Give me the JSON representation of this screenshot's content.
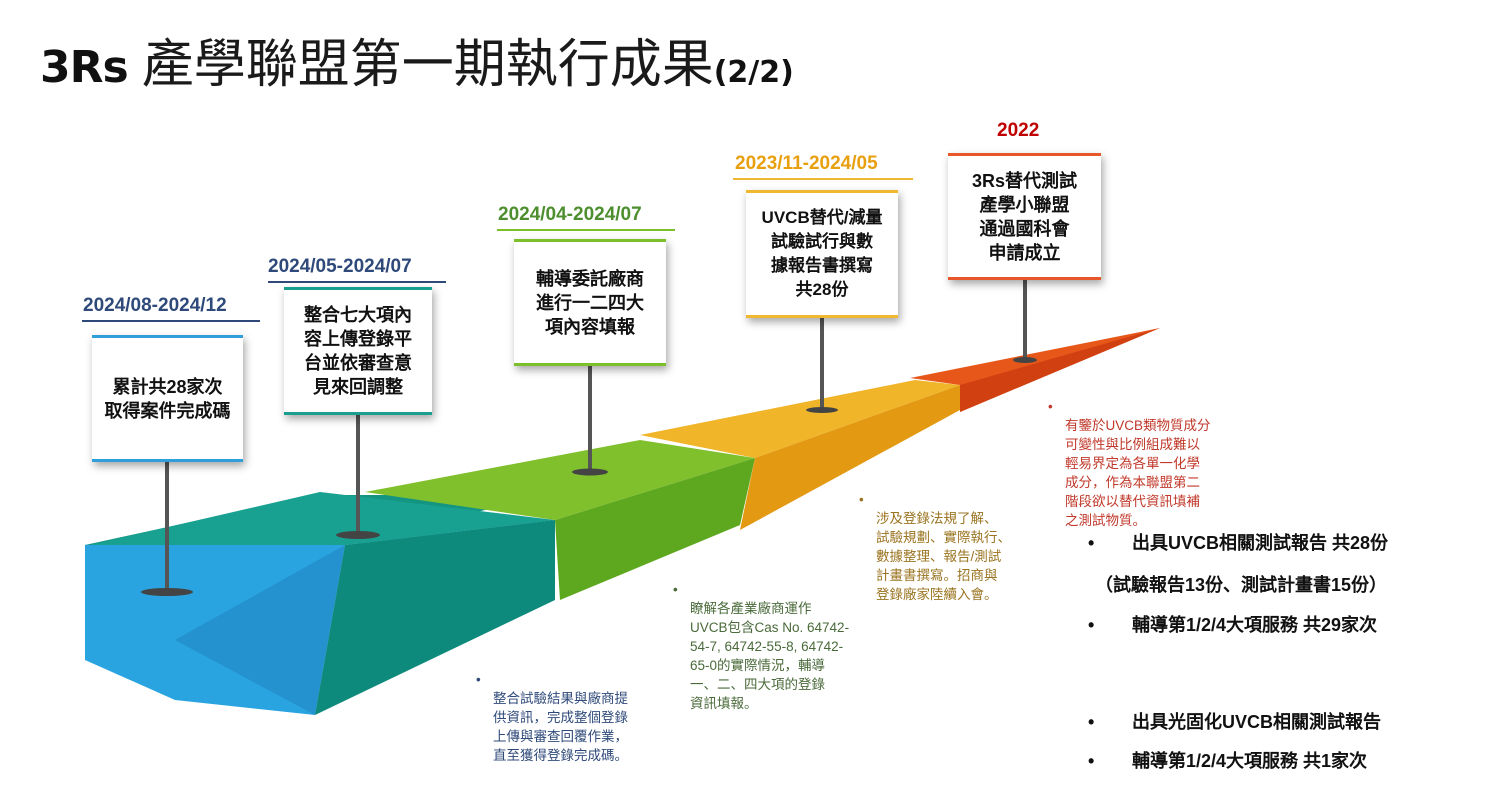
{
  "title": {
    "brand": "3Rs",
    "main": "產學聯盟第一期執行成果",
    "suffix": "(2/2)"
  },
  "milestones": [
    {
      "date": "2024/08-2024/12",
      "text": "累計共28家次\n取得案件完成碼",
      "date_color": "#2f4a7a",
      "line_color": "#2e9fd8",
      "note": "整合試驗結果與廠商提\n供資訊，完成整個登錄\n上傳與審查回覆作業，\n直至獲得登錄完成碼。",
      "note_color": "#2f4a7a"
    },
    {
      "date": "2024/05-2024/07",
      "text": "整合七大項內\n容上傳登錄平\n台並依審查意\n見來回調整",
      "date_color": "#2f4a7a",
      "line_color": "#1a9e8f",
      "note": "瞭解各產業廠商運作\nUVCB包含Cas No. 64742-\n54-7, 64742-55-8, 64742-\n65-0的實際情況，輔導\n一、二、四大項的登錄\n資訊填報。",
      "note_color": "#4a6a3a"
    },
    {
      "date": "2024/04-2024/07",
      "text": "輔導委託廠商\n進行一二四大\n項內容填報",
      "date_color": "#4d8f2e",
      "line_color": "#7cbf2a",
      "note": "涉及登錄法規了解、\n試驗規劃、實際執行、\n數據整理、報告/測試\n計畫書撰寫。招商與\n登錄廠家陸續入會。",
      "note_color": "#9a7420"
    },
    {
      "date": "2023/11-2024/05",
      "text": "UVCB替代/減量\n試驗試行與數\n據報告書撰寫\n共28份",
      "date_color": "#e8a010",
      "line_color": "#f0b830",
      "note": "有鑒於UVCB類物質成分\n可變性與比例組成難以\n輕易界定為各單一化學\n成分，作為本聯盟第二\n階段欲以替代資訊填補\n之測試物質。",
      "note_color": "#c0392b"
    },
    {
      "date": "2022",
      "text": "3Rs替代測試\n產學小聯盟\n通過國科會\n申請成立",
      "date_color": "#c00000",
      "line_color": "#e8572a"
    }
  ],
  "summary": {
    "group1": [
      "出具UVCB相關測試報告 共28份",
      "（試驗報告13份、測試計畫書15份）",
      "輔導第1/2/4大項服務 共29家次"
    ],
    "group2": [
      "出具光固化UVCB相關測試報告",
      "輔導第1/2/4大項服務 共1家次"
    ],
    "bullet": "•"
  },
  "colors": {
    "blue": "#2aa4e0",
    "teal": "#16998a",
    "green": "#7cbf2a",
    "yellow": "#f1b52a",
    "orange": "#e8571a"
  }
}
